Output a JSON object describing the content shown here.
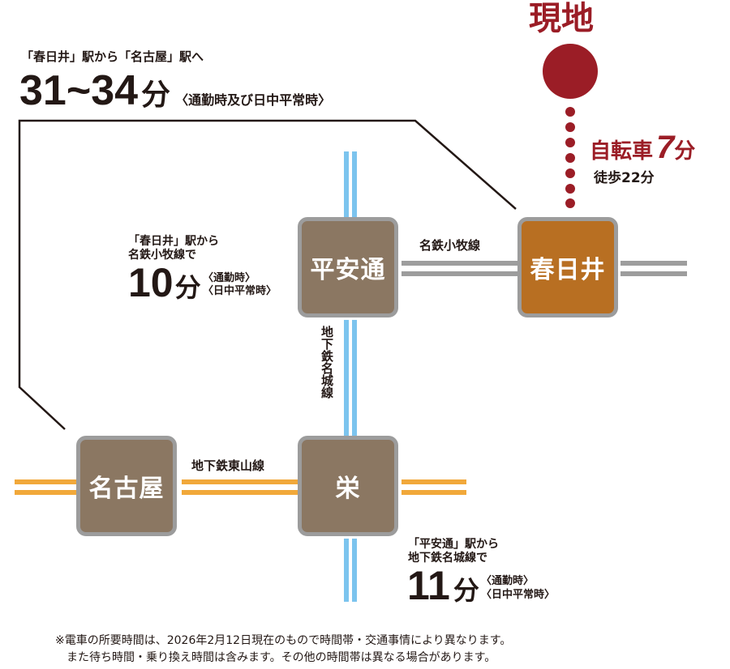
{
  "current_location": {
    "label": "現地",
    "bicycle_label": "自転車",
    "bicycle_minutes": "7",
    "bicycle_unit": "分",
    "walk_text": "徒歩22分"
  },
  "route_kasugai_nagoya": {
    "title": "「春日井」駅から「名古屋」駅へ",
    "minutes": "31~34",
    "unit": "分",
    "condition": "〈通勤時及び日中平常時〉"
  },
  "route_kasugai_heiando": {
    "line1": "「春日井」駅から",
    "line2": "名鉄小牧線で",
    "minutes": "10",
    "unit": "分",
    "condition1": "〈通勤時〉",
    "condition2": "〈日中平常時〉"
  },
  "route_heiando_sakae": {
    "line1": "「平安通」駅から",
    "line2": "地下鉄名城線で",
    "minutes": "11",
    "unit": "分",
    "condition1": "〈通勤時〉",
    "condition2": "〈日中平常時〉"
  },
  "stations": {
    "kasugai": "春日井",
    "heiando": "平安通",
    "nagoya": "名古屋",
    "sakae": "栄"
  },
  "lines": {
    "meitetsu_komaki": "名鉄小牧線",
    "meijo": "地下鉄名城線",
    "higashiyama": "地下鉄東山線"
  },
  "colors": {
    "current_location": "#9b1d26",
    "meitetsu_komaki": "#9d9d9d",
    "meijo": "#7cc4ee",
    "higashiyama": "#f1a83a",
    "station_brown": "#8b7762",
    "station_kasugai": "#b86f22"
  },
  "footnote": {
    "line1": "※電車の所要時間は、2026年2月12日現在のもので時間帯・交通事情により異なります。",
    "line2": "また待ち時間・乗り換え時間は含みます。その他の時間帯は異なる場合があります。"
  }
}
